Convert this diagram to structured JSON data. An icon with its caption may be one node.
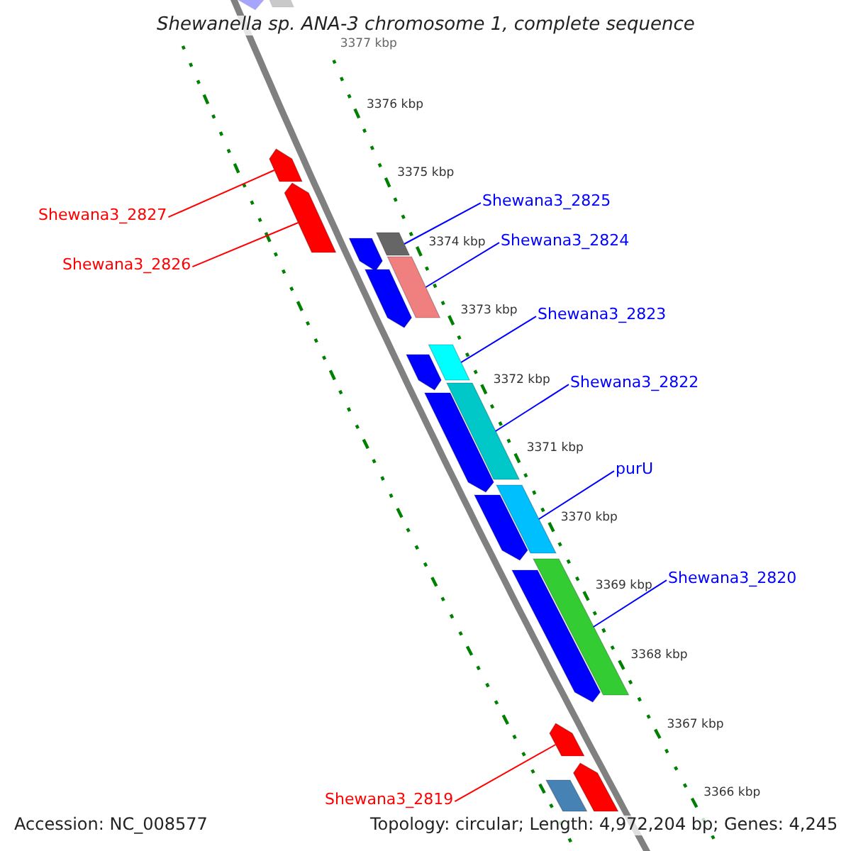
{
  "diagram": {
    "title": "Shewanella sp. ANA-3 chromosome 1, complete sequence",
    "nodes": [
      {
        "text": [
          "Shewana3_2827"
        ]
      },
      {
        "text": [],
        "shape": "bar"
      },
      {
        "text": [
          "Shewana3_2826"
        ]
      },
      {
        "text": [],
        "shape": "bar"
      },
      {
        "text": [
          "Shewana3_2825"
        ]
      },
      {
        "text": [],
        "shape": "bar"
      },
      {
        "text": [
          "Shewana3_2824"
        ]
      },
      {
        "text": [],
        "shape": "bar"
      },
      {
        "text": [
          "Shewana3_2823"
        ]
      },
      {
        "text": [],
        "shape": "bar"
      },
      {
        "text": [
          "Shewana3_2822"
        ]
      },
      {
        "text": [],
        "shape": "bar"
      },
      {
        "text": [
          "purU"
        ]
      },
      {
        "text": [],
        "shape": "bar"
      },
      {
        "text": [
          "Shewana3_2820"
        ]
      },
      {
        "text": [],
        "shape": "bar"
      },
      {
        "text": [
          "Shewana3_2819"
        ]
      },
      {
        "text": [],
        "shape": "bar"
      },
      {
        "text": [],
        "shape": "bar"
      },
      {
        "text": [],
        "shape": "bar"
      },
      {
        "text": [],
        "shape": "bar"
      },
      {
        "text": [],
        "shape": "bar"
      },
      {
        "text": [],
        "shape": "bar"
      },
      {
        "text": [],
        "shape": "bar"
      },
      {
        "text": [],
        "shape": "bar"
      },
      {
        "text": [],
        "shape": "bar"
      },
      {
        "text": [],
        "shape": "bar"
      },
      {
        "text": [],
        "shape": "bar"
      }
    ],
    "edges": [
      {
        "from": 0,
        "to": 1,
        "arrow": "none",
        "color": "#ff0000"
      },
      {
        "from": 2,
        "to": 3,
        "arrow": "none",
        "color": "#ff0000"
      },
      {
        "from": 4,
        "to": 5,
        "arrow": "none"
      },
      {
        "from": 6,
        "to": 7,
        "arrow": "none"
      },
      {
        "from": 8,
        "to": 9,
        "arrow": "none"
      },
      {
        "from": 10,
        "to": 11,
        "arrow": "none"
      },
      {
        "from": 12,
        "to": 13,
        "arrow": "none"
      },
      {
        "from": 14,
        "to": 15,
        "arrow": "none"
      },
      {
        "from": 16,
        "to": 17,
        "arrow": "none",
        "color": "#ff0000"
      }
    ],
    "labels": [
      "3377 kbp",
      "3376 kbp",
      "3375 kbp",
      "3374 kbp",
      "3373 kbp",
      "3372 kbp",
      "3371 kbp",
      "3370 kbp",
      "3369 kbp",
      "3368 kbp",
      "3367 kbp",
      "3366 kbp",
      "Accession: NC_008577",
      "Topology: circular; Length: 4,972,204 bp; Genes: 4,245"
    ]
  }
}
